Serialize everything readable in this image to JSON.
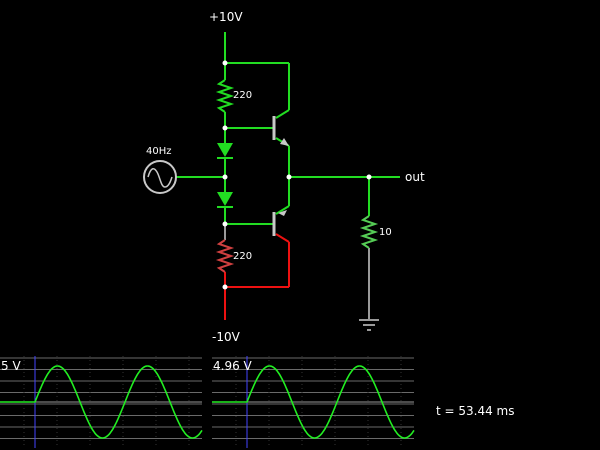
{
  "circuit": {
    "supply_top": "+10V",
    "supply_bottom": "-10V",
    "source_label": "40Hz",
    "output_label": "out",
    "r_top": "220",
    "r_bottom": "220",
    "r_load": "10"
  },
  "scopes": [
    {
      "label": "5 V"
    },
    {
      "label": "4.96 V"
    }
  ],
  "status": {
    "time": "t = 53.44 ms"
  },
  "colors": {
    "wire_green": "#22dd22",
    "wire_red": "#ee1111",
    "wire_gray": "#9a9a9a",
    "component": "#c8c8c8",
    "trace": "#22ee22",
    "grid": "#6a6a6a",
    "cursor": "#4444ff"
  },
  "icons": [
    "sine-source-icon",
    "npn-transistor-icon",
    "pnp-transistor-icon",
    "diode-icon",
    "resistor-icon",
    "ground-icon"
  ]
}
